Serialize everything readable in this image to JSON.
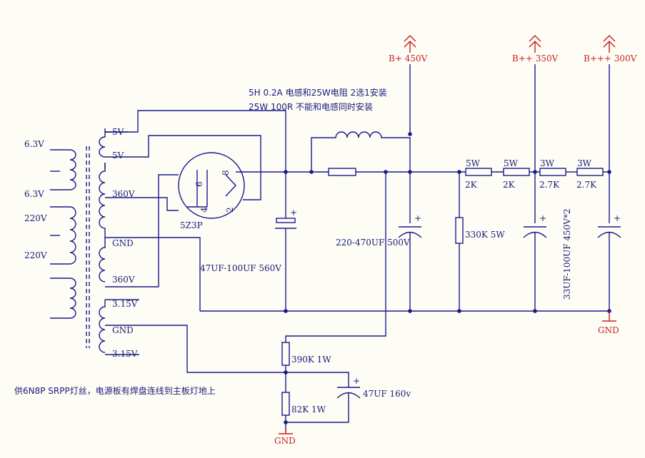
{
  "rails": {
    "b450": "B+ 450V",
    "b350": "B++ 350V",
    "b300": "B+++ 300V"
  },
  "notes": {
    "choke_line1": "5H 0.2A 电感和25W电阻 2选1安装",
    "choke_line2": "25W 100R 不能和电感同时安装",
    "heater_note": "供6N8P SRPP灯丝，电源板有焊盘连线到主板灯地上"
  },
  "transformer": {
    "primary": [
      "6.3V",
      "6.3V",
      "220V",
      "220V"
    ],
    "secondary": [
      "5V",
      "5V",
      "360V",
      "GND",
      "360V",
      "3.15V",
      "GND",
      "3.15V"
    ]
  },
  "tube": {
    "name": "5Z3P",
    "pins": [
      "6",
      "8",
      "4",
      "2"
    ]
  },
  "components": {
    "c1": "47UF-100UF 560V",
    "c2": "220-470UF 500V",
    "r_bleed": "330K 5W",
    "r1_power": "5W",
    "r1_value": "2K",
    "r2_power": "5W",
    "r2_value": "2K",
    "r3_power": "3W",
    "r3_value": "2.7K",
    "r4_power": "3W",
    "r4_value": "2.7K",
    "c_filter": "33UF-100UF 450V*2",
    "r_div1": "390K 1W",
    "r_div2": "82K 1W",
    "c_div": "47UF 160v"
  },
  "grounds": {
    "main": "GND",
    "lower": "GND"
  },
  "colors": {
    "wire": "#1a1a8c",
    "power_symbol": "#c81e1e",
    "label": "#1a1a7a",
    "background": "#fdfdf5"
  }
}
